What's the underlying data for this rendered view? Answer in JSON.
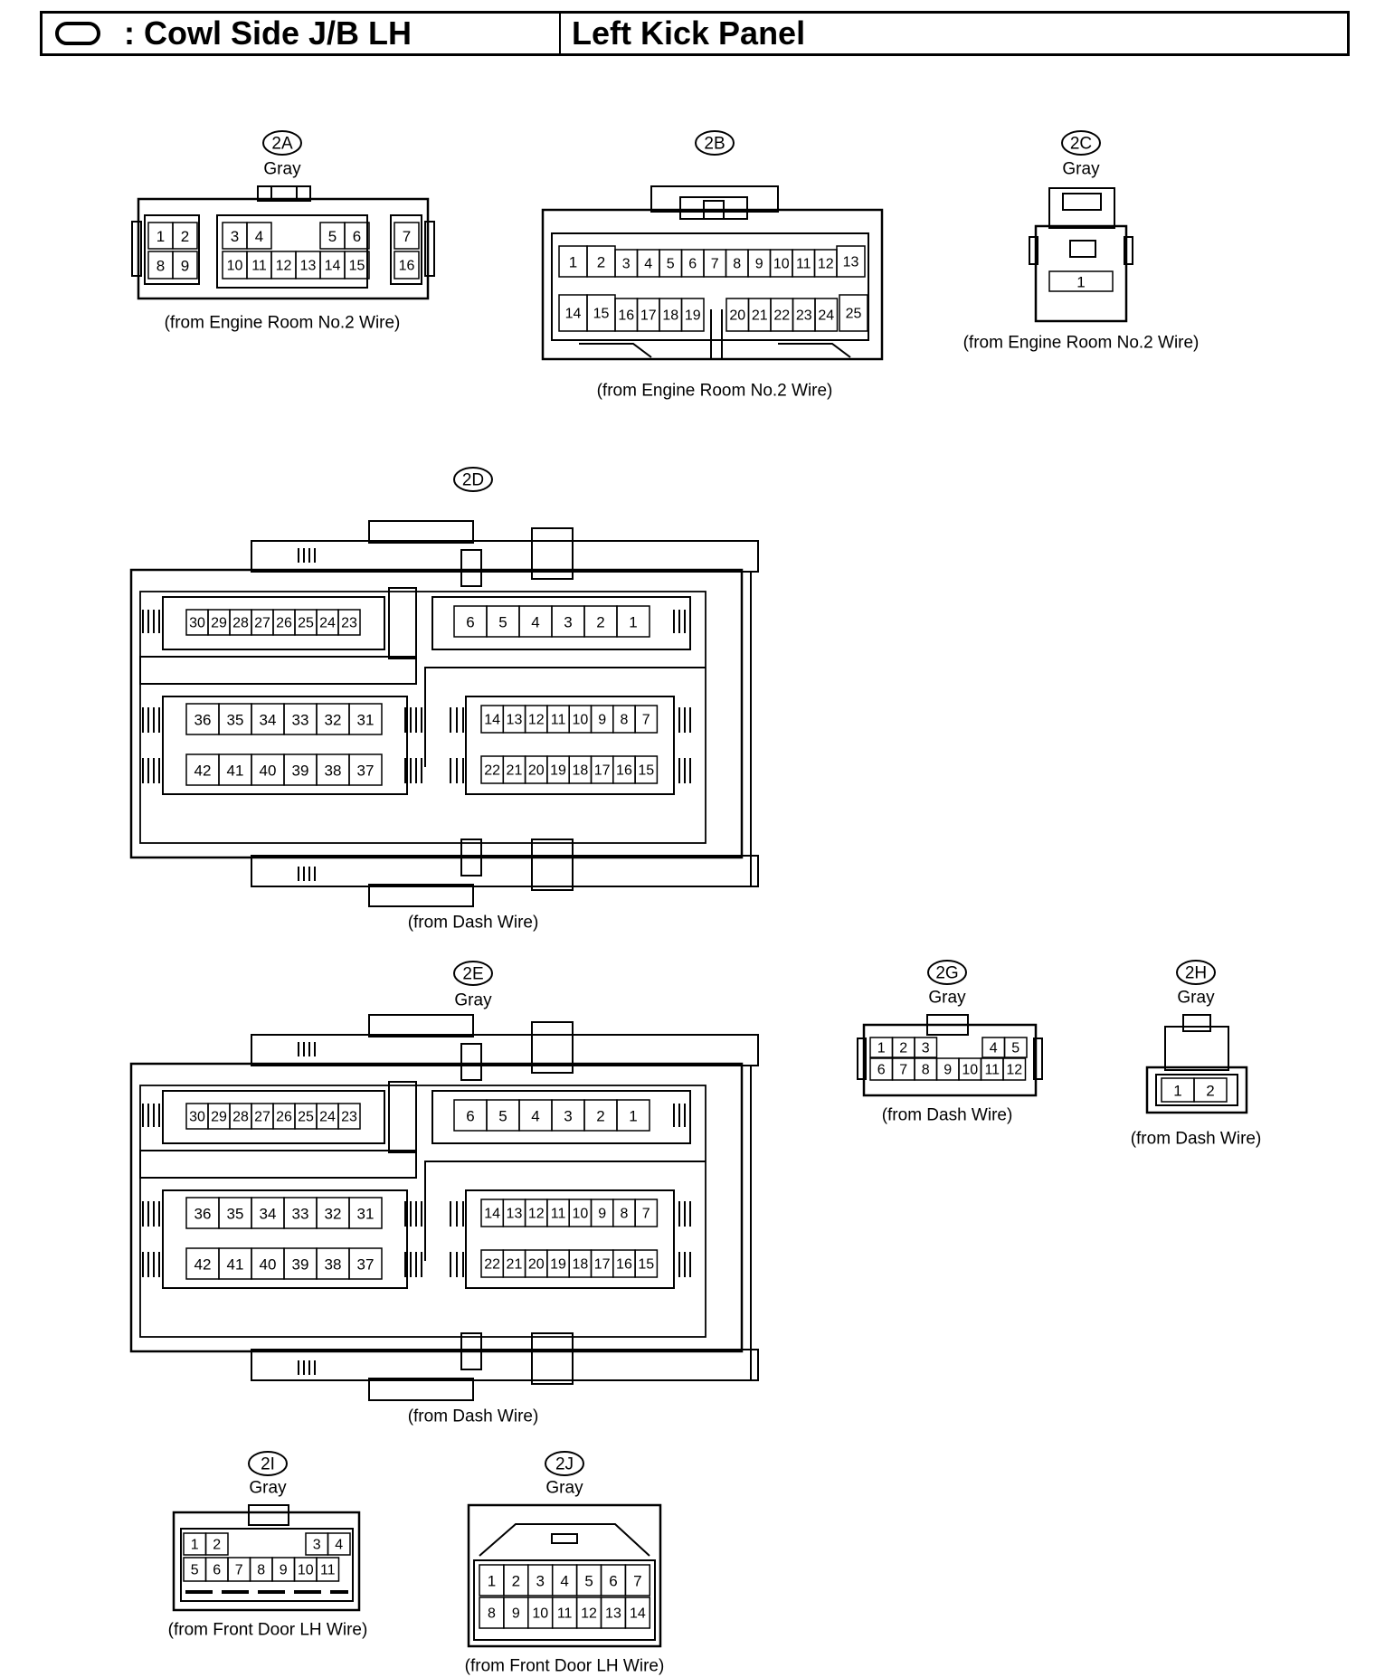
{
  "header": {
    "location_label": ": Cowl Side J/B LH",
    "panel_label": "Left Kick Panel"
  },
  "connectors": {
    "c2A": {
      "code": "2A",
      "color": "Gray",
      "source": "(from Engine Room No.2 Wire)",
      "rows": [
        [
          "1",
          "2",
          "",
          "3",
          "4",
          "",
          "5",
          "6",
          "",
          "7"
        ],
        [
          "8",
          "9",
          "",
          "10",
          "11",
          "12",
          "13",
          "14",
          "15",
          "",
          "16"
        ]
      ]
    },
    "c2B": {
      "code": "2B",
      "color": "",
      "source": "(from Engine Room No.2 Wire)",
      "rows": [
        [
          "1",
          "2",
          "3",
          "4",
          "5",
          "6",
          "7",
          "8",
          "9",
          "10",
          "11",
          "12",
          "13"
        ],
        [
          "14",
          "15",
          "16",
          "17",
          "18",
          "19",
          "20",
          "21",
          "22",
          "23",
          "24",
          "25"
        ]
      ]
    },
    "c2C": {
      "code": "2C",
      "color": "Gray",
      "source": "(from Engine Room No.2 Wire)",
      "rows": [
        [
          "1"
        ]
      ]
    },
    "c2D": {
      "code": "2D",
      "color": "",
      "source": "(from Dash Wire)",
      "blocks": [
        [
          "30",
          "29",
          "28",
          "27",
          "26",
          "25",
          "24",
          "23"
        ],
        [
          "6",
          "5",
          "4",
          "3",
          "2",
          "1"
        ],
        [
          "36",
          "35",
          "34",
          "33",
          "32",
          "31"
        ],
        [
          "14",
          "13",
          "12",
          "11",
          "10",
          "9",
          "8",
          "7"
        ],
        [
          "42",
          "41",
          "40",
          "39",
          "38",
          "37"
        ],
        [
          "22",
          "21",
          "20",
          "19",
          "18",
          "17",
          "16",
          "15"
        ]
      ]
    },
    "c2E": {
      "code": "2E",
      "color": "Gray",
      "source": "(from Dash Wire)",
      "blocks": [
        [
          "30",
          "29",
          "28",
          "27",
          "26",
          "25",
          "24",
          "23"
        ],
        [
          "6",
          "5",
          "4",
          "3",
          "2",
          "1"
        ],
        [
          "36",
          "35",
          "34",
          "33",
          "32",
          "31"
        ],
        [
          "14",
          "13",
          "12",
          "11",
          "10",
          "9",
          "8",
          "7"
        ],
        [
          "42",
          "41",
          "40",
          "39",
          "38",
          "37"
        ],
        [
          "22",
          "21",
          "20",
          "19",
          "18",
          "17",
          "16",
          "15"
        ]
      ]
    },
    "c2G": {
      "code": "2G",
      "color": "Gray",
      "source": "(from Dash Wire)",
      "rows": [
        [
          "1",
          "2",
          "3",
          "",
          "4",
          "5"
        ],
        [
          "6",
          "7",
          "8",
          "9",
          "10",
          "11",
          "12"
        ]
      ]
    },
    "c2H": {
      "code": "2H",
      "color": "Gray",
      "source": "(from Dash Wire)",
      "rows": [
        [
          "1",
          "2"
        ]
      ]
    },
    "c2I": {
      "code": "2I",
      "color": "Gray",
      "source": "(from Front Door LH Wire)",
      "rows": [
        [
          "1",
          "2",
          "",
          "3",
          "4"
        ],
        [
          "5",
          "6",
          "7",
          "8",
          "9",
          "10",
          "11"
        ]
      ]
    },
    "c2J": {
      "code": "2J",
      "color": "Gray",
      "source": "(from Front Door LH Wire)",
      "rows": [
        [
          "1",
          "2",
          "3",
          "4",
          "5",
          "6",
          "7"
        ],
        [
          "8",
          "9",
          "10",
          "11",
          "12",
          "13",
          "14"
        ]
      ]
    }
  }
}
